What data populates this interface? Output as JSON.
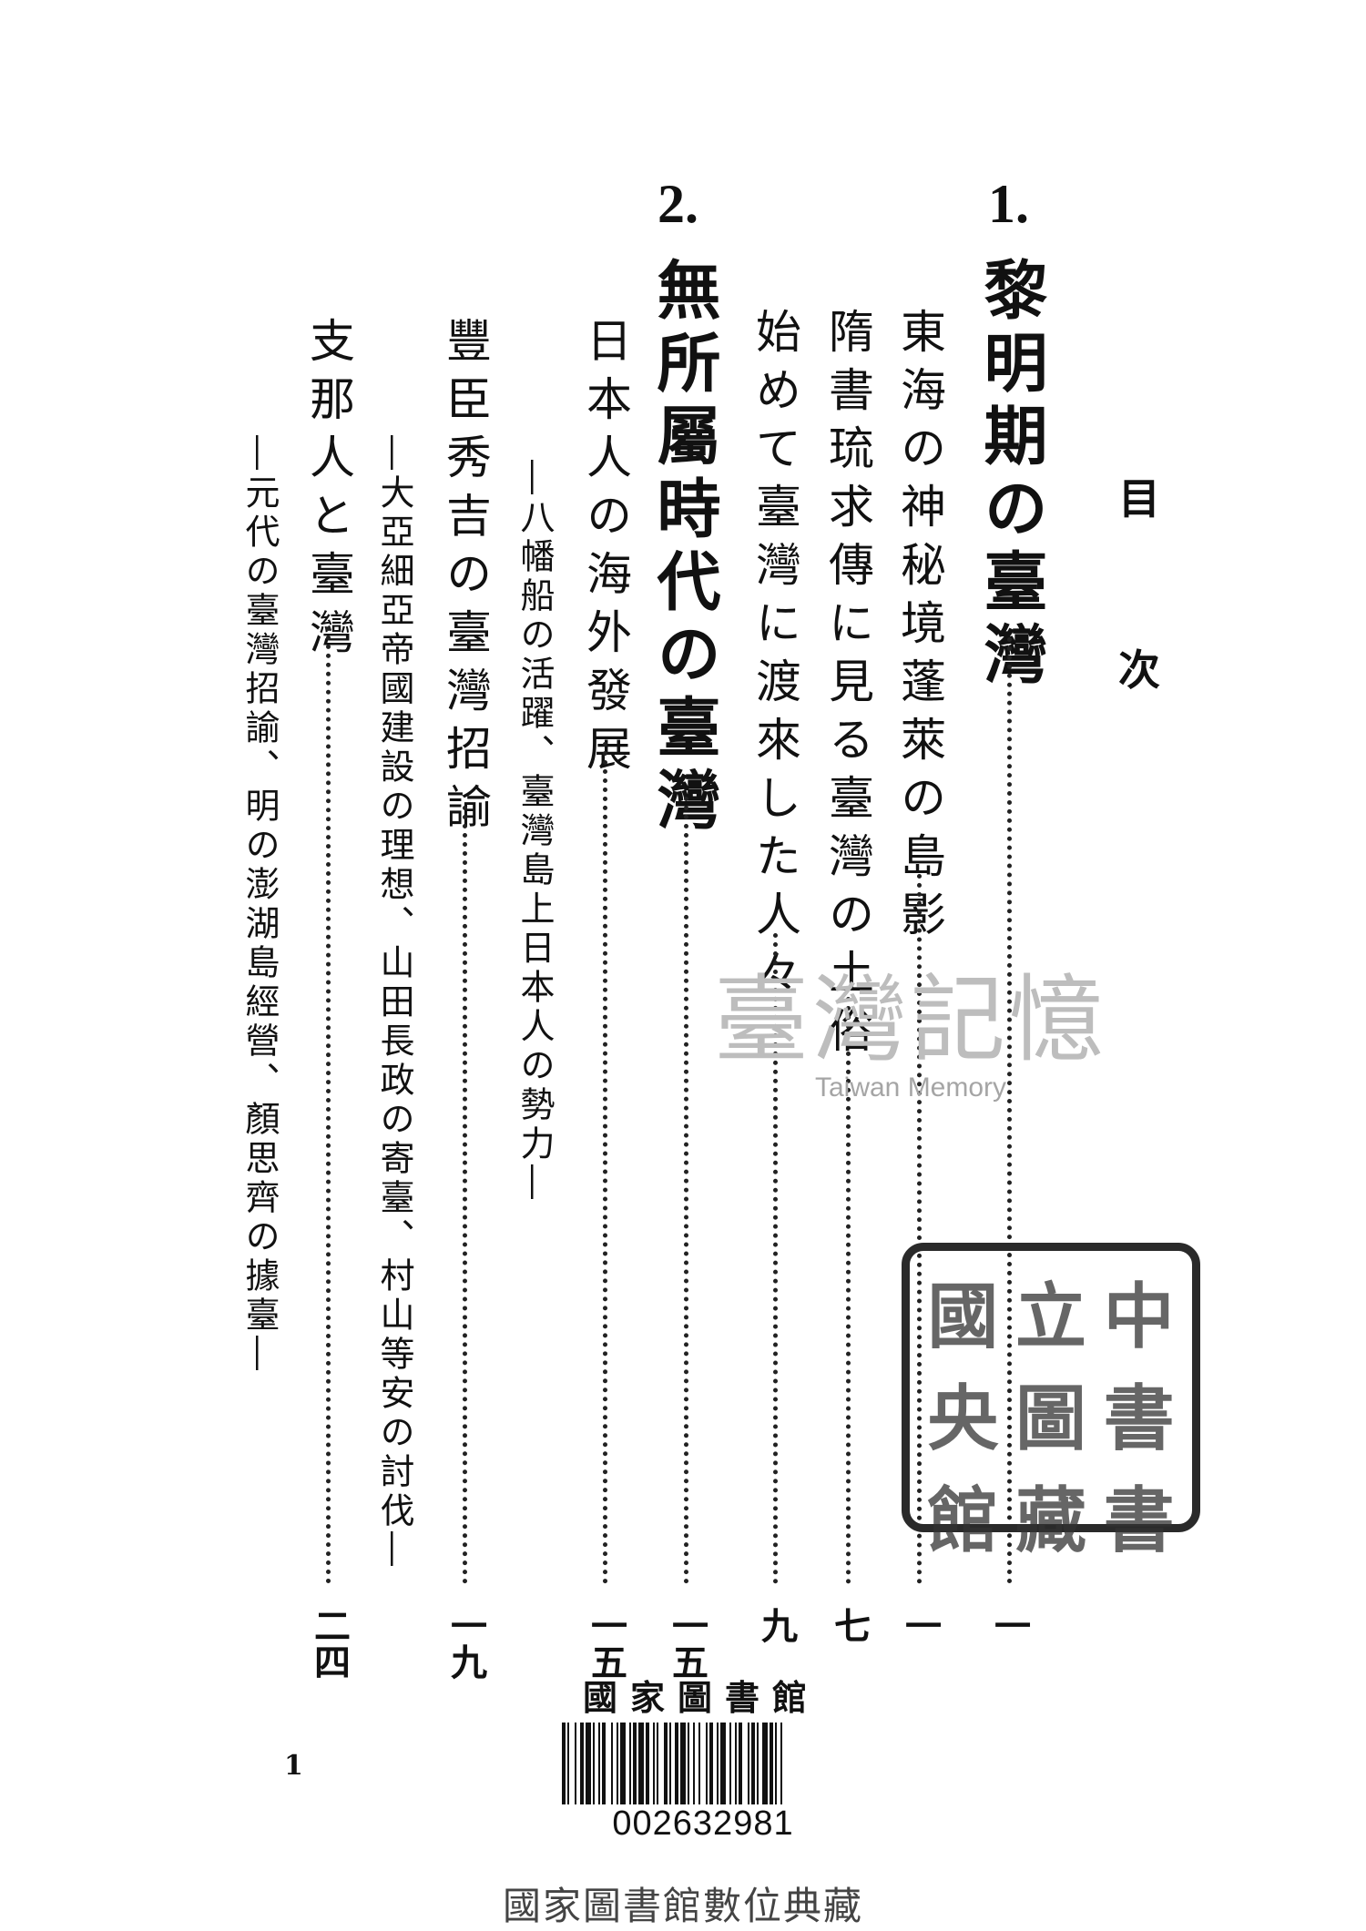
{
  "title": {
    "chars": [
      "目",
      "次"
    ]
  },
  "chapters": [
    {
      "number": "1.",
      "title": "黎明期の臺灣",
      "page": "一",
      "entries": [
        {
          "text": "東海の神秘境蓬萊の島影",
          "page": "一"
        },
        {
          "text": "隋書琉求傳に見る臺灣の土俗",
          "page": "七"
        },
        {
          "text": "始めて臺灣に渡來した人々",
          "page": "九"
        }
      ]
    },
    {
      "number": "2.",
      "title": "無所屬時代の臺灣",
      "page": "一五",
      "entries": [
        {
          "text": "日本人の海外發展",
          "page": "一五",
          "sub": "―八幡船の活躍、臺灣島上日本人の勢力―"
        },
        {
          "text": "豐臣秀吉の臺灣招諭",
          "page": "一九",
          "sub": "―大亞細亞帝國建設の理想、山田長政の寄臺、村山等安の討伐―"
        },
        {
          "text": "支那人と臺灣",
          "page": "二四",
          "sub": "―元代の臺灣招諭、明の澎湖島經營、顏思齊の據臺―"
        }
      ]
    }
  ],
  "watermark": {
    "chinese": "臺灣記憶",
    "english": "Taiwan Memory"
  },
  "seal": {
    "chars": [
      "國",
      "立",
      "中",
      "央",
      "圖",
      "書",
      "館",
      "藏",
      "書"
    ]
  },
  "library_label": "國家圖書館",
  "barcode_number": "002632981",
  "page_number": "1",
  "footer": "國家圖書館數位典藏"
}
